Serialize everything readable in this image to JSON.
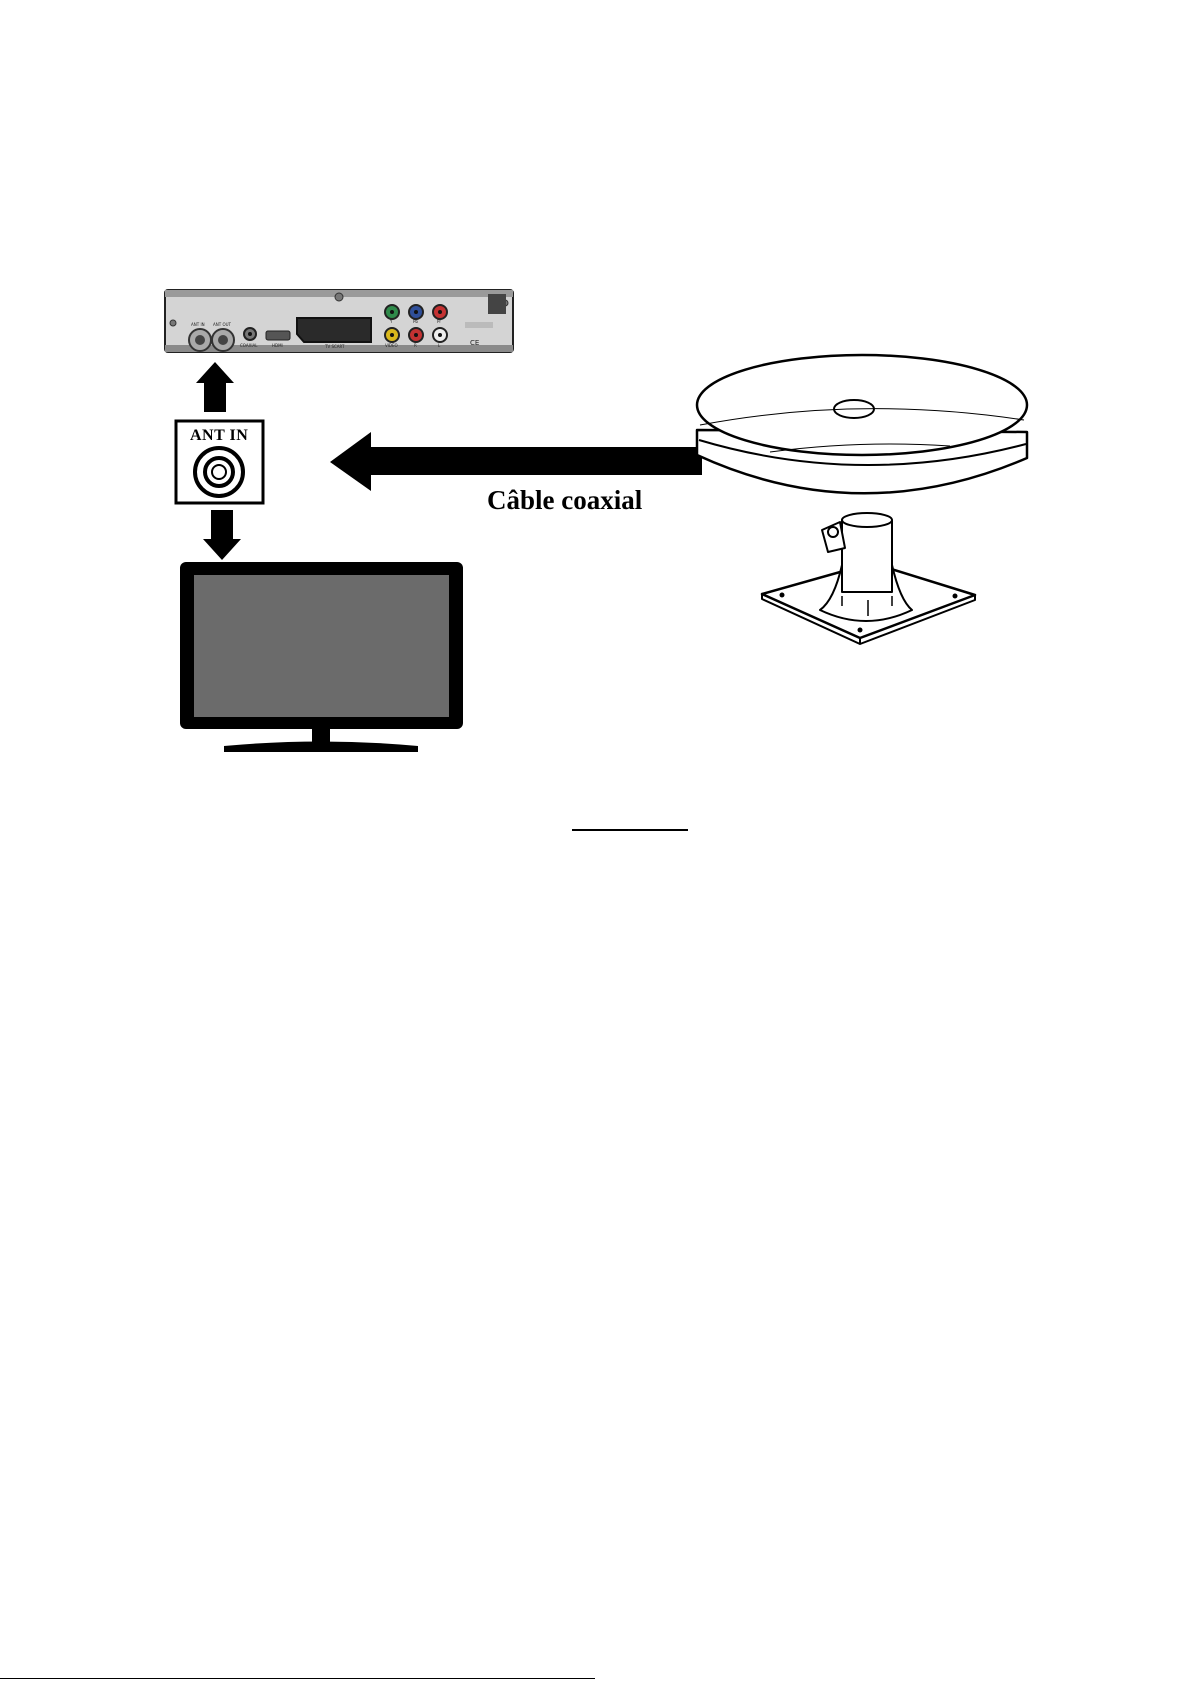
{
  "labels": {
    "cable": "Câble coaxial",
    "ant_in": "ANT IN"
  },
  "receiver_ports": {
    "ant_in": "ANT IN",
    "ant_out": "ANT OUT",
    "coaxial": "COAXIAL",
    "hdmi": "HDMI",
    "tv_scart": "TV SCART",
    "video": "VIDEO",
    "r": "R",
    "l": "L",
    "y": "Y",
    "pb": "Pb",
    "pr": "Pr"
  },
  "colors": {
    "line": "#000000",
    "screen": "#6b6b6b",
    "receiver_panel": "#d4d4d4",
    "rca_green": "#2f8a4a",
    "rca_blue": "#2f4f9a",
    "rca_red": "#c43232",
    "rca_yellow": "#d9b81c",
    "rca_white": "#eeeeee"
  }
}
